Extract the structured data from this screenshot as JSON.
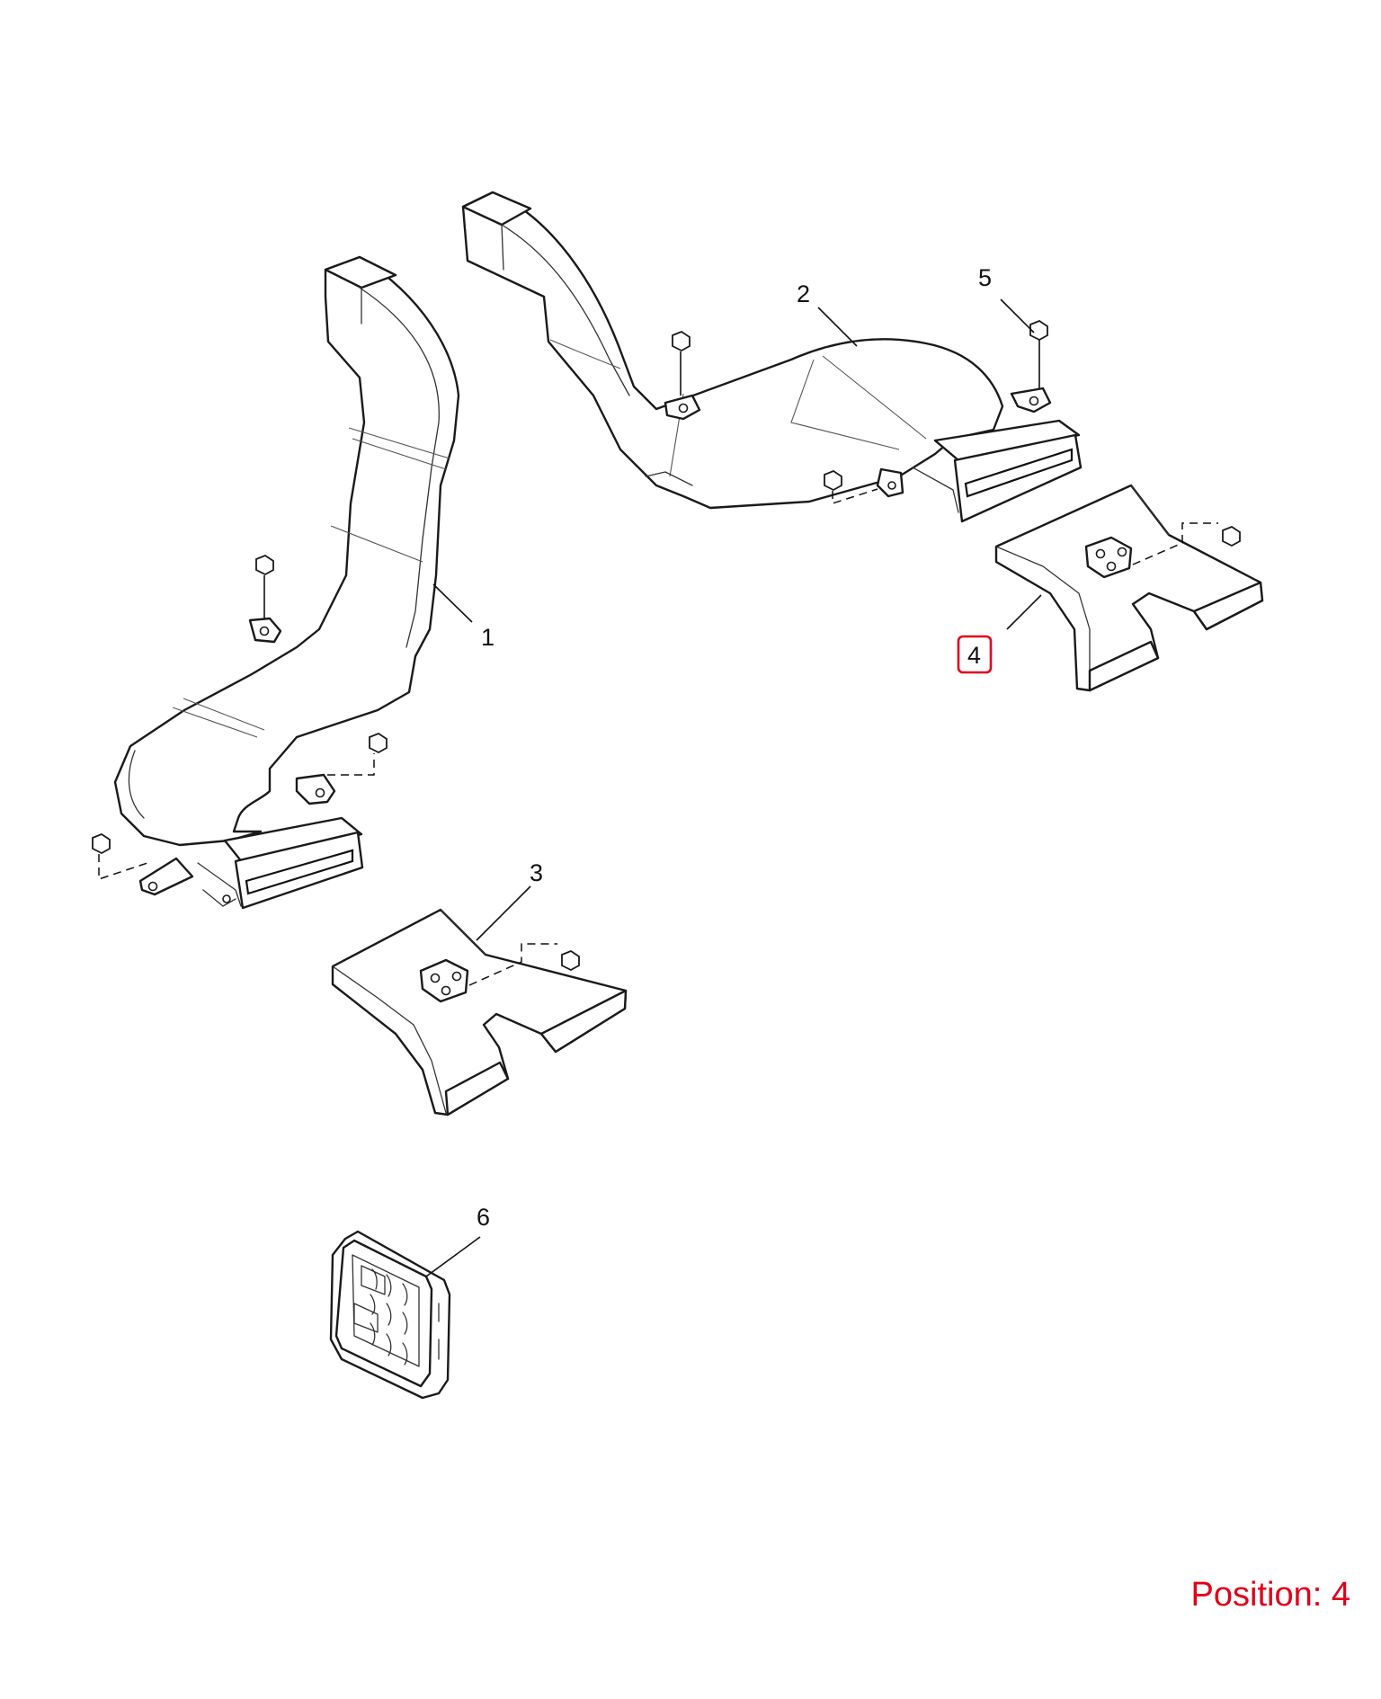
{
  "diagram": {
    "callouts": {
      "part_1": "1",
      "part_2": "2",
      "part_3": "3",
      "part_4": "4",
      "part_5": "5",
      "part_6": "6"
    },
    "highlighted_callout": "4",
    "highlight_color": "#e1001a"
  },
  "position_label": "Position: 4"
}
